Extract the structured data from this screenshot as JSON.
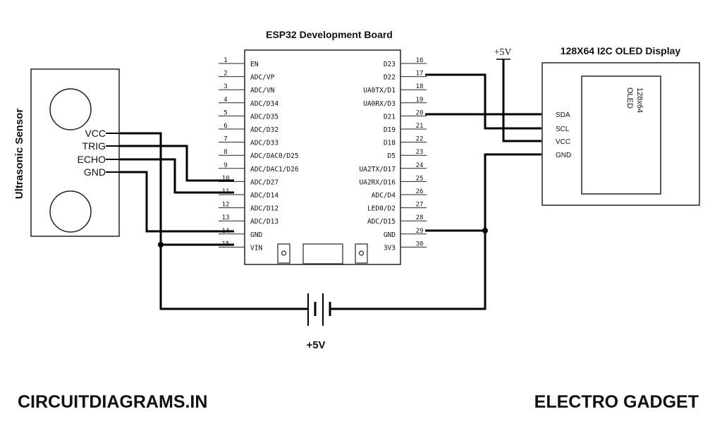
{
  "esp32": {
    "title": "ESP32 Development Board",
    "left_pins": [
      {
        "num": "1",
        "label": "EN"
      },
      {
        "num": "2",
        "label": "ADC/VP"
      },
      {
        "num": "3",
        "label": "ADC/VN"
      },
      {
        "num": "4",
        "label": "ADC/D34"
      },
      {
        "num": "5",
        "label": "ADC/D35"
      },
      {
        "num": "6",
        "label": "ADC/D32"
      },
      {
        "num": "7",
        "label": "ADC/D33"
      },
      {
        "num": "8",
        "label": "ADC/DAC0/D25"
      },
      {
        "num": "9",
        "label": "ADC/DAC1/D26"
      },
      {
        "num": "10",
        "label": "ADC/D27"
      },
      {
        "num": "11",
        "label": "ADC/D14"
      },
      {
        "num": "12",
        "label": "ADC/D12"
      },
      {
        "num": "13",
        "label": "ADC/D13"
      },
      {
        "num": "14",
        "label": "GND"
      },
      {
        "num": "15",
        "label": "VIN"
      }
    ],
    "right_pins": [
      {
        "num": "16",
        "label": "D23"
      },
      {
        "num": "17",
        "label": "D22"
      },
      {
        "num": "18",
        "label": "UA0TX/D1"
      },
      {
        "num": "19",
        "label": "UA0RX/D3"
      },
      {
        "num": "20",
        "label": "D21"
      },
      {
        "num": "21",
        "label": "D19"
      },
      {
        "num": "22",
        "label": "D18"
      },
      {
        "num": "23",
        "label": "D5"
      },
      {
        "num": "24",
        "label": "UA2TX/D17"
      },
      {
        "num": "25",
        "label": "UA2RX/D16"
      },
      {
        "num": "26",
        "label": "ADC/D4"
      },
      {
        "num": "27",
        "label": "LED0/D2"
      },
      {
        "num": "28",
        "label": "ADC/D15"
      },
      {
        "num": "29",
        "label": "GND"
      },
      {
        "num": "30",
        "label": "3V3"
      }
    ]
  },
  "sensor": {
    "title": "Ultrasonic Sensor",
    "pins": [
      "VCC",
      "TRIG",
      "ECHO",
      "GND"
    ]
  },
  "oled": {
    "title": "128X64 I2C OLED Display",
    "screen_text": [
      "128x64",
      "OLED"
    ],
    "pins": [
      "SDA",
      "SCL",
      "VCC",
      "GND"
    ]
  },
  "supply_label": "+5V",
  "battery_label": "+5V",
  "footer": {
    "left": "CIRCUITDIAGRAMS.IN",
    "right": "ELECTRO GADGET"
  },
  "colors": {
    "wire": "#000000",
    "outline": "#222222",
    "text": "#111111",
    "background": "#ffffff"
  }
}
